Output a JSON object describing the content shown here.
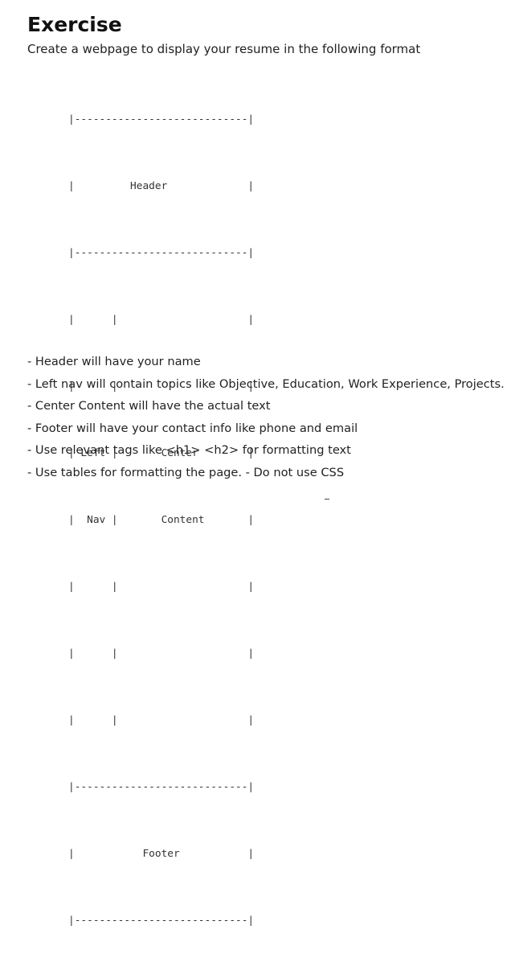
{
  "heading": "Exercise",
  "intro": "Create a webpage to display your resume in the following format",
  "diagram_lines": [
    "|----------------------------|",
    "|         Header             |",
    "|----------------------------|",
    "|      |                     |",
    "|      |                     |",
    "| Left |       Center        |",
    "|  Nav |       Content       |",
    "|      |                     |",
    "|      |                     |",
    "|      |                     |",
    "|----------------------------|",
    "|           Footer           |",
    "|----------------------------|"
  ],
  "instructions": [
    "- Header will have your name",
    "- Left nav will contain topics like Objective, Education, Work Experience, Projects.",
    "- Center Content will have the actual text",
    "- Footer will have your contact info like phone and email",
    "- Use relevant tags like <h1> <h2> for formatting text",
    "- Use tables for formatting the page. - Do not use CSS"
  ]
}
